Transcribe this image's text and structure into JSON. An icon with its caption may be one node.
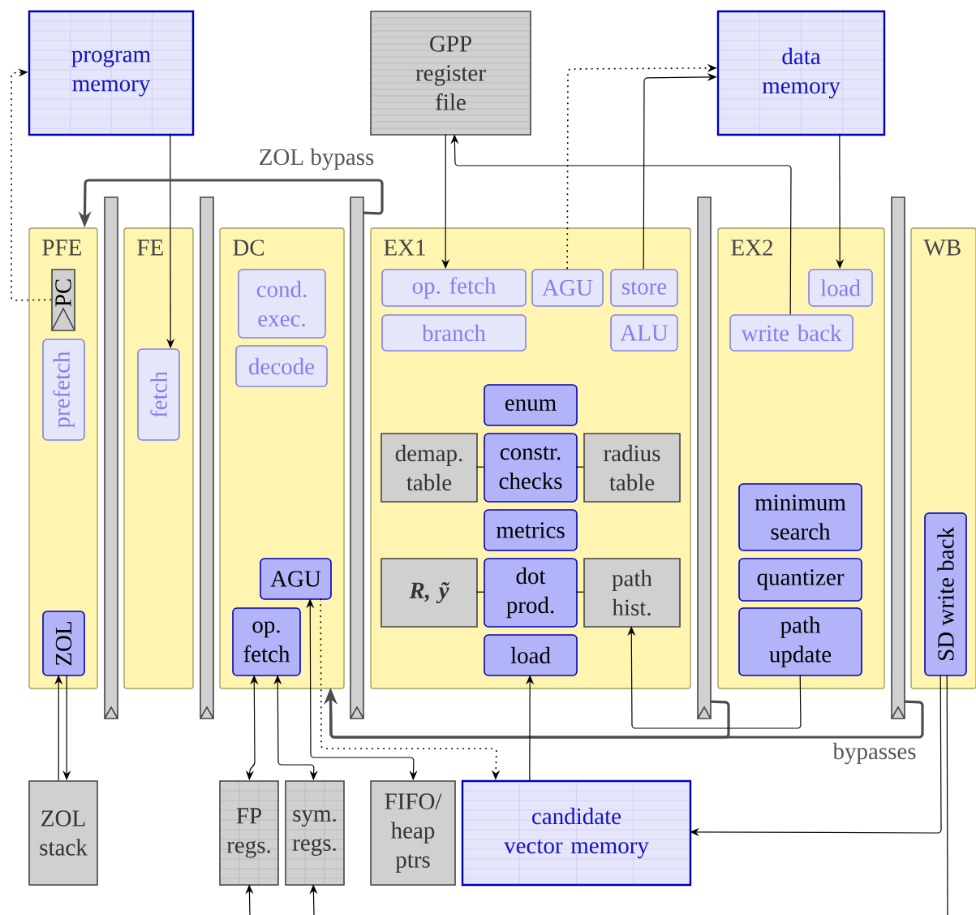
{
  "diagram": {
    "nodes": [
      {
        "text": [
          "program memory"
        ]
      },
      {
        "text": [
          "GPP register file"
        ]
      },
      {
        "text": [
          "data memory"
        ]
      },
      {
        "text": [
          "PFE"
        ]
      },
      {
        "text": [
          "FE"
        ]
      },
      {
        "text": [
          "DC"
        ]
      },
      {
        "text": [
          "EX1"
        ]
      },
      {
        "text": [
          "EX2"
        ]
      },
      {
        "text": [
          "WB"
        ]
      },
      {
        "text": [
          "PC"
        ],
        "in": 3
      },
      {
        "text": [
          "prefetch"
        ],
        "in": 3
      },
      {
        "text": [
          "ZOL"
        ],
        "in": 3
      },
      {
        "text": [
          "fetch"
        ],
        "in": 4
      },
      {
        "text": [
          "cond. exec."
        ],
        "in": 5
      },
      {
        "text": [
          "decode"
        ],
        "in": 5
      },
      {
        "text": [
          "AGU"
        ],
        "in": 5
      },
      {
        "text": [
          "op. fetch"
        ],
        "in": 5
      },
      {
        "text": [
          "op. fetch"
        ],
        "in": 6
      },
      {
        "text": [
          "AGU"
        ],
        "in": 6
      },
      {
        "text": [
          "store"
        ],
        "in": 6
      },
      {
        "text": [
          "branch"
        ],
        "in": 6
      },
      {
        "text": [
          "ALU"
        ],
        "in": 6
      },
      {
        "text": [
          "enum"
        ],
        "in": 6
      },
      {
        "text": [
          "demap. table"
        ],
        "in": 6
      },
      {
        "text": [
          "constr. checks"
        ],
        "in": 6
      },
      {
        "text": [
          "radius table"
        ],
        "in": 6
      },
      {
        "text": [
          "metrics"
        ],
        "in": 6
      },
      {
        "text": [
          "R, ỹ"
        ],
        "in": 6
      },
      {
        "text": [
          "dot prod."
        ],
        "in": 6
      },
      {
        "text": [
          "path hist."
        ],
        "in": 6
      },
      {
        "text": [
          "load"
        ],
        "in": 6
      },
      {
        "text": [
          "load"
        ],
        "in": 7
      },
      {
        "text": [
          "write back"
        ],
        "in": 7
      },
      {
        "text": [
          "minimum search"
        ],
        "in": 7
      },
      {
        "text": [
          "quantizer"
        ],
        "in": 7
      },
      {
        "text": [
          "path update"
        ],
        "in": 7
      },
      {
        "text": [
          "SD write back"
        ],
        "in": 8
      },
      {
        "text": [
          "ZOL stack"
        ]
      },
      {
        "text": [
          "FP regs."
        ]
      },
      {
        "text": [
          "sym. regs."
        ]
      },
      {
        "text": [
          "FIFO/ heap ptrs"
        ]
      },
      {
        "text": [
          "candidate vector memory"
        ]
      },
      {
        "text": [],
        "shape": "bar"
      },
      {
        "text": [],
        "shape": "bar"
      },
      {
        "text": [],
        "shape": "bar"
      },
      {
        "text": [],
        "shape": "bar"
      },
      {
        "text": [],
        "shape": "bar"
      }
    ],
    "edges": [
      {
        "from": 9,
        "to": 0,
        "arrow": "to",
        "style": "dashed"
      },
      {
        "from": 0,
        "to": 12,
        "arrow": "to"
      },
      {
        "from": 1,
        "to": 17,
        "arrow": "to"
      },
      {
        "from": 32,
        "to": 1,
        "arrow": "to"
      },
      {
        "from": 18,
        "to": 2,
        "arrow": "to",
        "style": "dashed"
      },
      {
        "from": 19,
        "to": 2,
        "arrow": "to"
      },
      {
        "from": 2,
        "to": 31,
        "arrow": "to"
      },
      {
        "from": 44,
        "to": 3,
        "arrow": "to",
        "label": "ZOL bypass",
        "style": "thick",
        "color": "#4d4d4d"
      },
      {
        "from": 45,
        "to": 5,
        "arrow": "to",
        "style": "thick",
        "color": "#4d4d4d"
      },
      {
        "from": 46,
        "to": 5,
        "arrow": "to",
        "label": "bypasses",
        "style": "thick",
        "color": "#4d4d4d"
      },
      {
        "from": 35,
        "to": 29,
        "arrow": "to"
      },
      {
        "from": 41,
        "to": 30,
        "arrow": "to"
      },
      {
        "from": 36,
        "to": 41,
        "arrow": "to"
      },
      {
        "from": 36,
        "to": null,
        "arrow": "none"
      },
      {
        "from": 37,
        "to": 11,
        "arrow": "to"
      },
      {
        "from": 11,
        "to": 37,
        "arrow": "to"
      },
      {
        "from": 16,
        "to": 38,
        "arrow": "both"
      },
      {
        "from": 16,
        "to": 39,
        "arrow": "both"
      },
      {
        "from": 15,
        "to": 40,
        "arrow": "both"
      },
      {
        "from": 15,
        "to": 41,
        "arrow": "to",
        "style": "dashed"
      },
      {
        "from": null,
        "to": 38,
        "arrow": "to"
      },
      {
        "from": null,
        "to": 39,
        "arrow": "to"
      },
      {
        "from": 23,
        "to": 24,
        "arrow": "none"
      },
      {
        "from": 24,
        "to": 25,
        "arrow": "none"
      },
      {
        "from": 27,
        "to": 28,
        "arrow": "none"
      },
      {
        "from": 28,
        "to": 29,
        "arrow": "none"
      }
    ]
  }
}
